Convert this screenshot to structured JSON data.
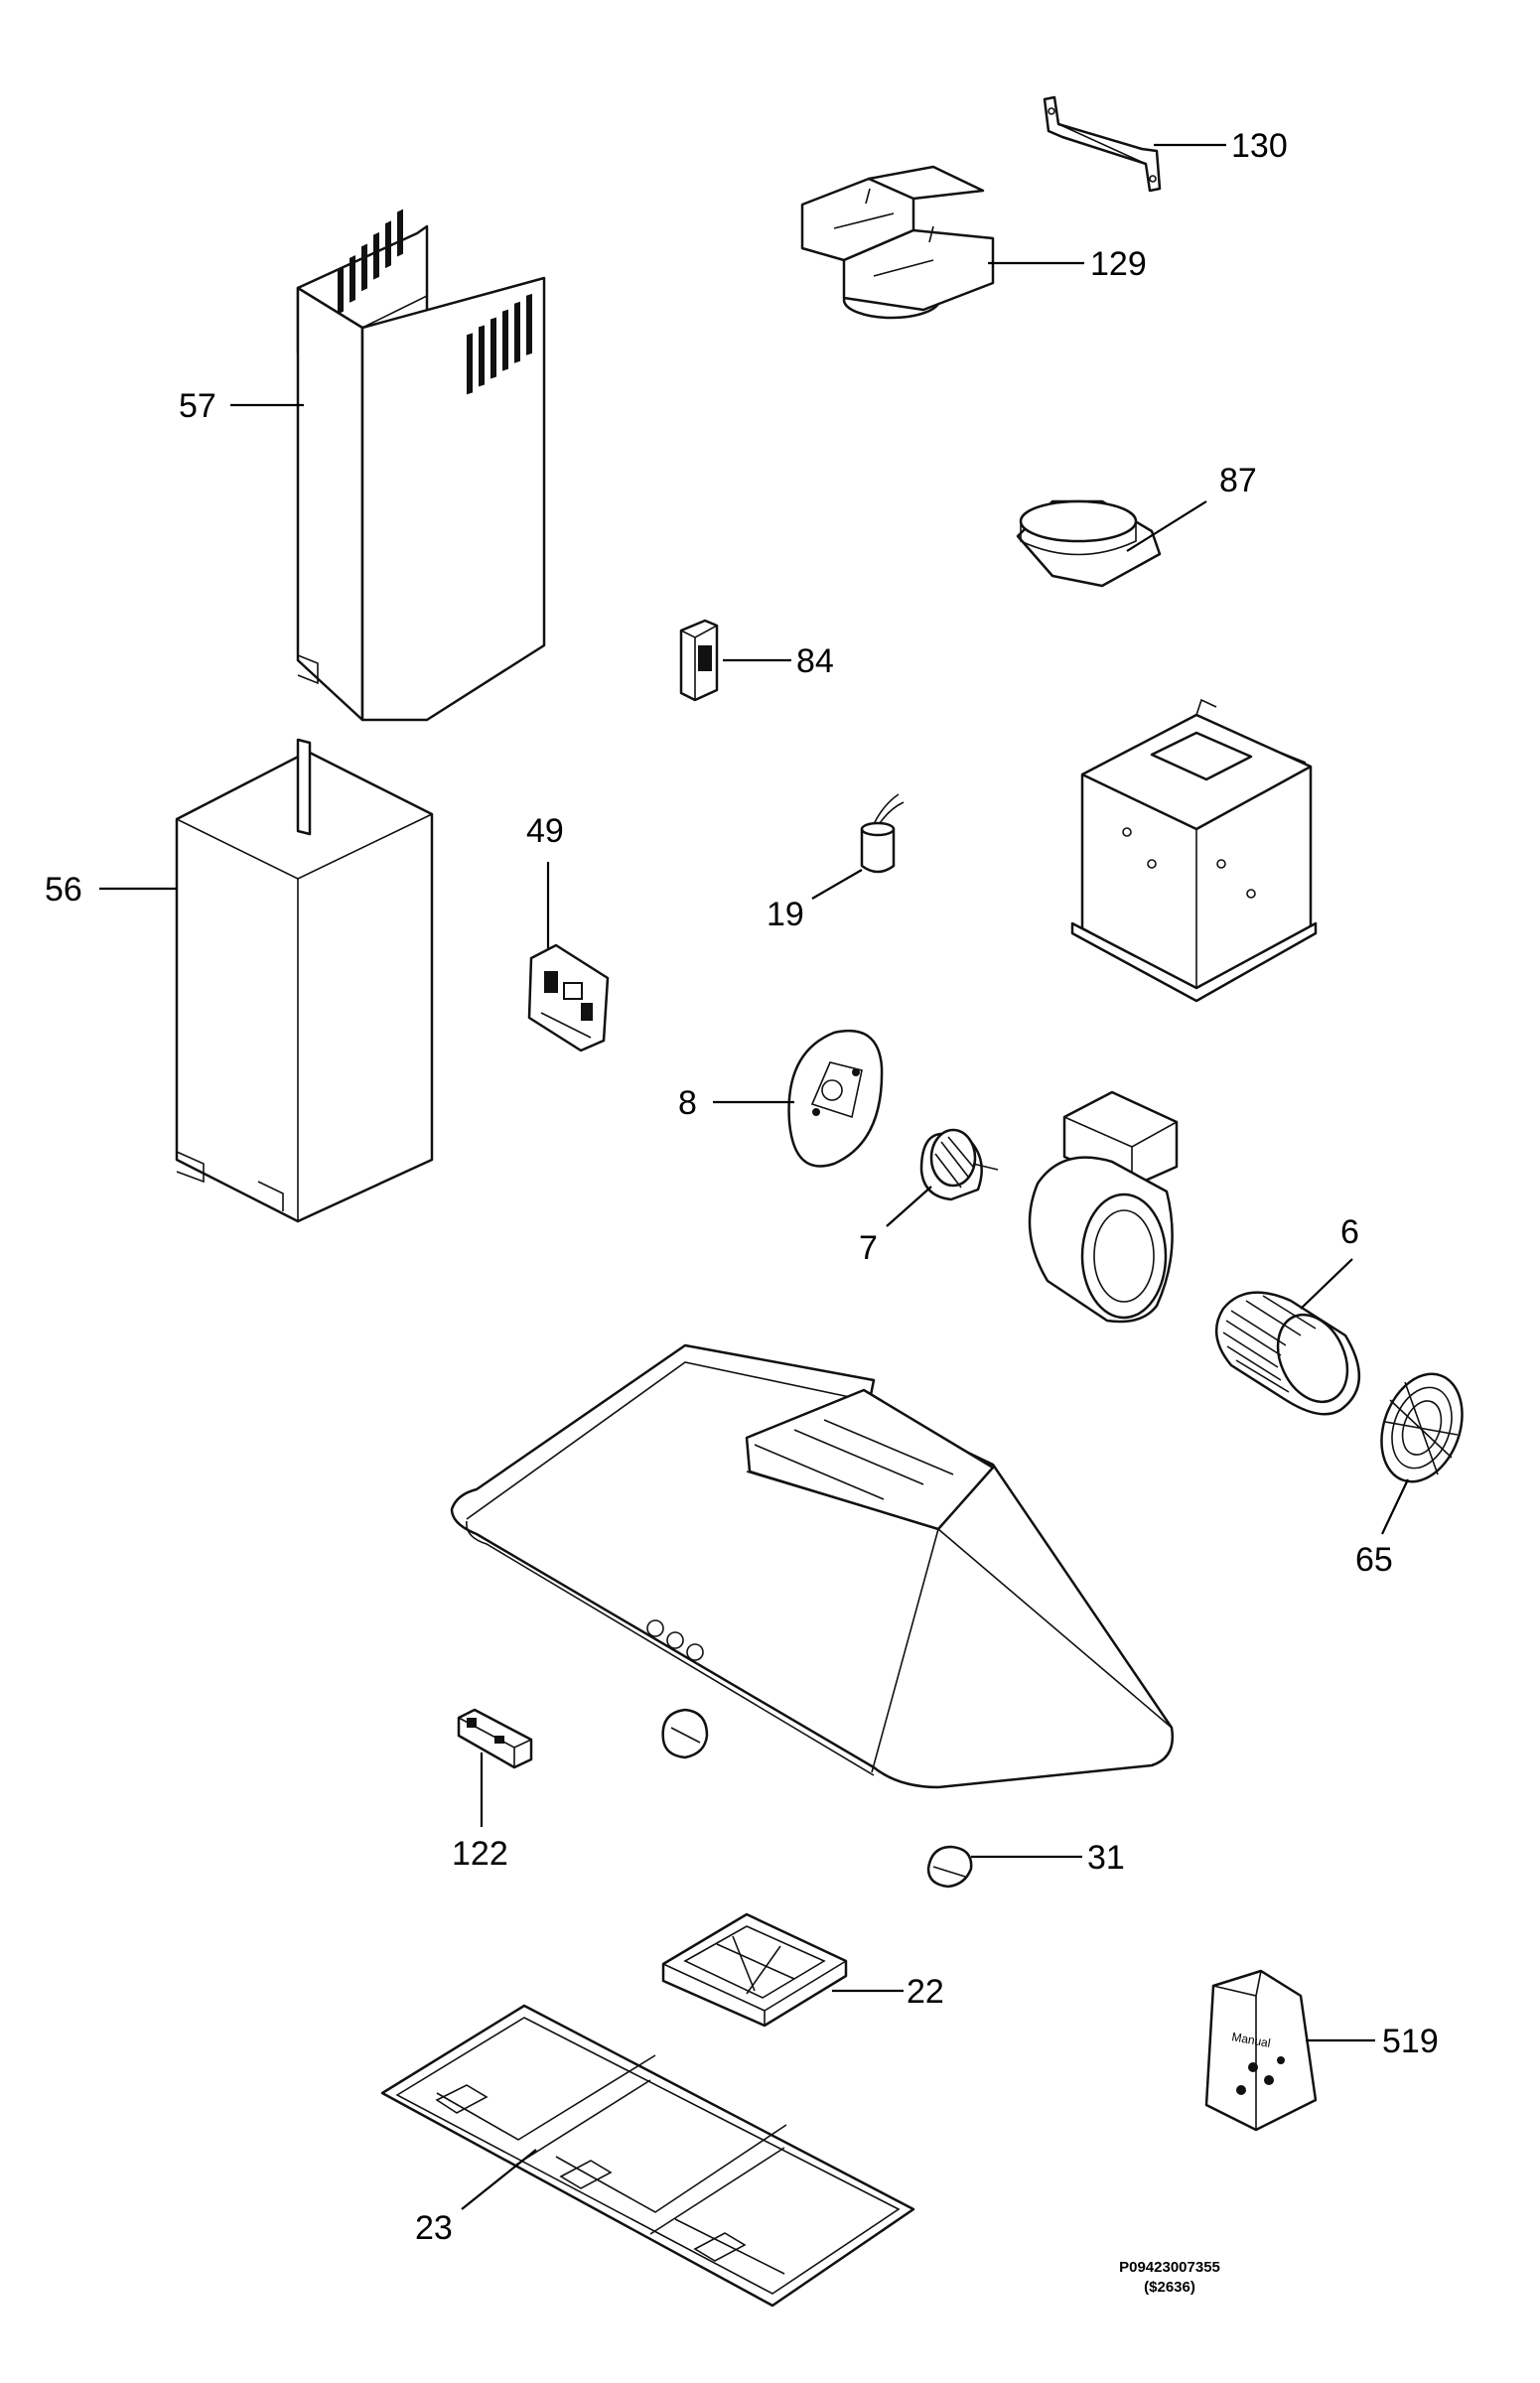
{
  "labels": {
    "p130": "130",
    "p129": "129",
    "p57": "57",
    "p87": "87",
    "p84": "84",
    "p49": "49",
    "p56": "56",
    "p19": "19",
    "p8": "8",
    "p7": "7",
    "p6": "6",
    "p65": "65",
    "p122": "122",
    "p31": "31",
    "p22": "22",
    "p519": "519",
    "p23": "23"
  },
  "manual_text": "Manual",
  "drawing_code": "P09423007355",
  "drawing_sub": "($2636)"
}
